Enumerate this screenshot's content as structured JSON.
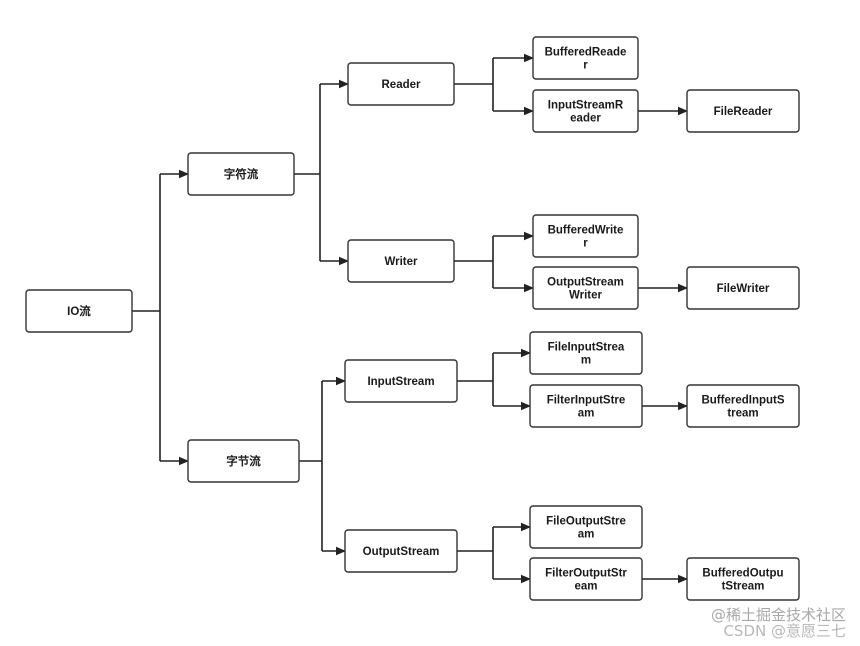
{
  "nodes": [
    {
      "id": "io",
      "lines": [
        "IO流"
      ]
    },
    {
      "id": "char",
      "lines": [
        "字符流"
      ]
    },
    {
      "id": "byte",
      "lines": [
        "字节流"
      ]
    },
    {
      "id": "reader",
      "lines": [
        "Reader"
      ]
    },
    {
      "id": "writer",
      "lines": [
        "Writer"
      ]
    },
    {
      "id": "inputstream",
      "lines": [
        "InputStream"
      ]
    },
    {
      "id": "outputstream",
      "lines": [
        "OutputStream"
      ]
    },
    {
      "id": "bufferedreader",
      "lines": [
        "BufferedReade",
        "r"
      ]
    },
    {
      "id": "inputstreamreader",
      "lines": [
        "InputStreamR",
        "eader"
      ]
    },
    {
      "id": "filereader",
      "lines": [
        "FileReader"
      ]
    },
    {
      "id": "bufferedwriter",
      "lines": [
        "BufferedWrite",
        "r"
      ]
    },
    {
      "id": "outputstreamwriter",
      "lines": [
        "OutputStream",
        "Writer"
      ]
    },
    {
      "id": "filewriter",
      "lines": [
        "FileWriter"
      ]
    },
    {
      "id": "fileinputstream",
      "lines": [
        "FileInputStrea",
        "m"
      ]
    },
    {
      "id": "filterinputstream",
      "lines": [
        "FilterInputStre",
        "am"
      ]
    },
    {
      "id": "bufferedinputstream",
      "lines": [
        "BufferedInputS",
        "tream"
      ]
    },
    {
      "id": "fileoutputstream",
      "lines": [
        "FileOutputStre",
        "am"
      ]
    },
    {
      "id": "filteroutputstream",
      "lines": [
        "FilterOutputStr",
        "eam"
      ]
    },
    {
      "id": "bufferedoutputstream",
      "lines": [
        "BufferedOutpu",
        "tStream"
      ]
    }
  ],
  "edges": [
    {
      "from": "io",
      "to": [
        "char",
        "byte"
      ]
    },
    {
      "from": "char",
      "to": [
        "reader",
        "writer"
      ]
    },
    {
      "from": "byte",
      "to": [
        "inputstream",
        "outputstream"
      ]
    },
    {
      "from": "reader",
      "to": [
        "bufferedreader",
        "inputstreamreader"
      ]
    },
    {
      "from": "writer",
      "to": [
        "bufferedwriter",
        "outputstreamwriter"
      ]
    },
    {
      "from": "inputstream",
      "to": [
        "fileinputstream",
        "filterinputstream"
      ]
    },
    {
      "from": "outputstream",
      "to": [
        "fileoutputstream",
        "filteroutputstream"
      ]
    },
    {
      "from": "inputstreamreader",
      "to": [
        "filereader"
      ]
    },
    {
      "from": "outputstreamwriter",
      "to": [
        "filewriter"
      ]
    },
    {
      "from": "filterinputstream",
      "to": [
        "bufferedinputstream"
      ]
    },
    {
      "from": "filteroutputstream",
      "to": [
        "bufferedoutputstream"
      ]
    }
  ],
  "watermark": {
    "line1": "@稀土掘金技术社区",
    "line2": "CSDN @意愿三七"
  }
}
